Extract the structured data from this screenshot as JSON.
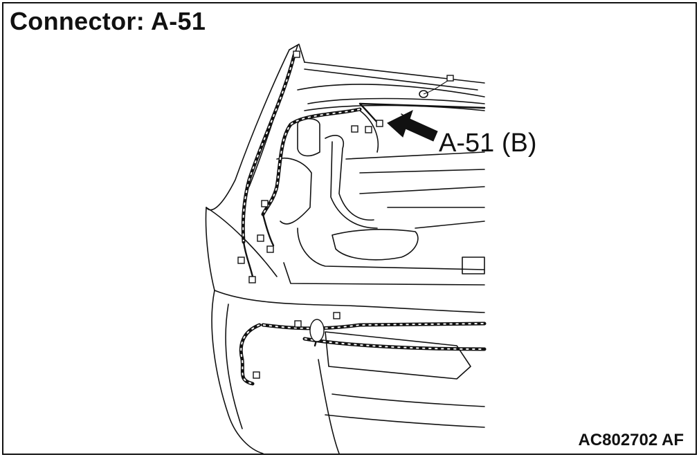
{
  "title": "Connector: A-51",
  "callout_label": "A-51 (B)",
  "figure_id": "AC802702 AF",
  "icons": {
    "pointer_arrow": "arrow-icon"
  }
}
